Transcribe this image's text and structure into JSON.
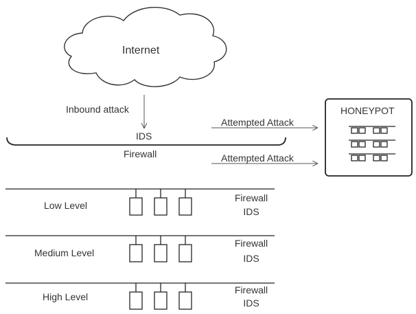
{
  "cloud": {
    "label": "Internet"
  },
  "inbound": {
    "label": "Inbound attack"
  },
  "ids_top": {
    "label": "IDS"
  },
  "firewall_top": {
    "label": "Firewall"
  },
  "attempted_attack_labels": [
    "Attempted Attack",
    "Attempted Attack"
  ],
  "honeypot": {
    "title": "HONEYPOT"
  },
  "levels": [
    {
      "name": "Low Level",
      "tags": [
        "Firewall",
        "IDS"
      ]
    },
    {
      "name": "Medium Level",
      "tags": [
        "Firewall",
        "IDS"
      ]
    },
    {
      "name": "High Level",
      "tags": [
        "Firewall",
        "IDS"
      ]
    }
  ]
}
